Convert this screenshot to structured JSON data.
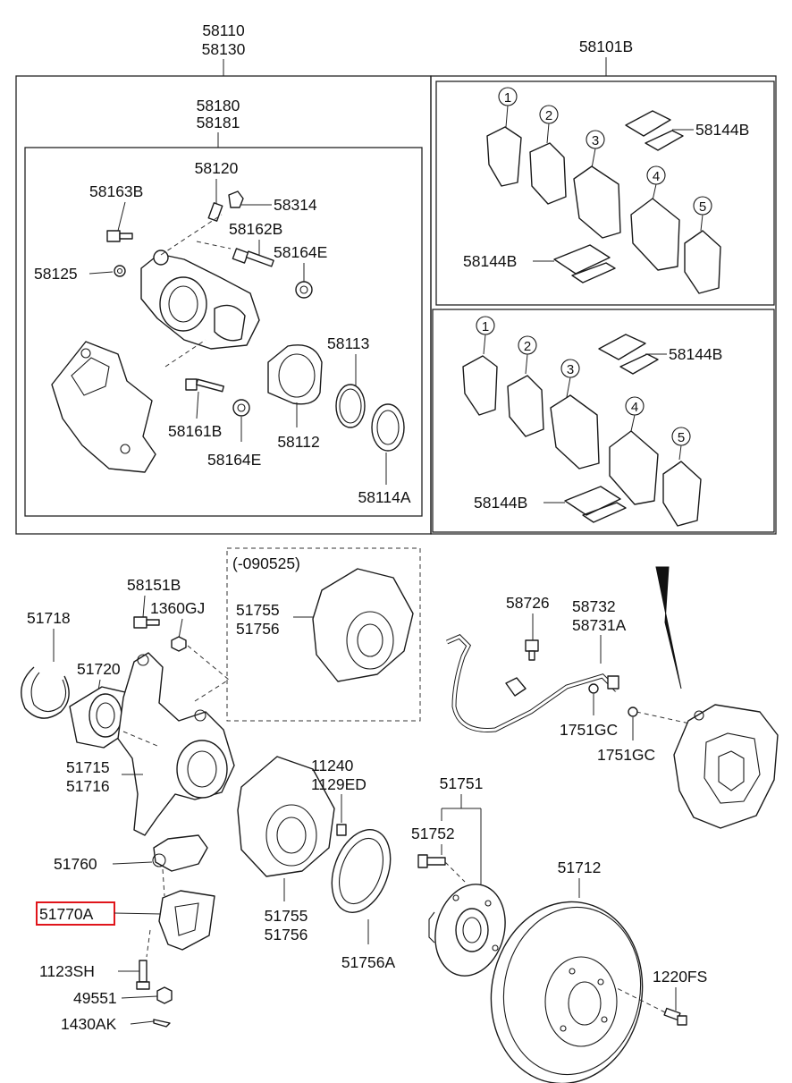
{
  "diagram": {
    "groups": {
      "caliper_assembly": [
        "58110",
        "58130"
      ],
      "caliper_body": [
        "58180",
        "58181"
      ],
      "pad_kit": "58101B",
      "dust_cover_dated": [
        "51755",
        "51756"
      ],
      "dust_cover_date_note": "(-090525)"
    },
    "callouts": {
      "c58120": "58120",
      "c58163B": "58163B",
      "c58314": "58314",
      "c58162B": "58162B",
      "c58164E_top": "58164E",
      "c58125": "58125",
      "c58113": "58113",
      "c58161B": "58161B",
      "c58112": "58112",
      "c58164E_bottom": "58164E",
      "c58114A": "58114A",
      "c58144B_1": "58144B",
      "c58144B_2": "58144B",
      "c58144B_3": "58144B",
      "c58144B_4": "58144B",
      "c58151B": "58151B",
      "c1360GJ": "1360GJ",
      "c51718": "51718",
      "c51720": "51720",
      "c51715": "51715",
      "c51716": "51716",
      "c51760": "51760",
      "c51770A": "51770A",
      "c1123SH": "1123SH",
      "c49551": "49551",
      "c1430AK": "1430AK",
      "c11240": "11240",
      "c1129ED": "1129ED",
      "c51755": "51755",
      "c51756": "51756",
      "c51756A": "51756A",
      "c51751": "51751",
      "c51752": "51752",
      "c51712": "51712",
      "c1220FS": "1220FS",
      "c58726": "58726",
      "c58732": "58732",
      "c58731A": "58731A",
      "c1751GC_1": "1751GC",
      "c1751GC_2": "1751GC"
    },
    "pad_numbers": [
      "1",
      "2",
      "3",
      "4",
      "5"
    ],
    "highlight": {
      "label": "51770A",
      "color": "#e0151b"
    }
  }
}
